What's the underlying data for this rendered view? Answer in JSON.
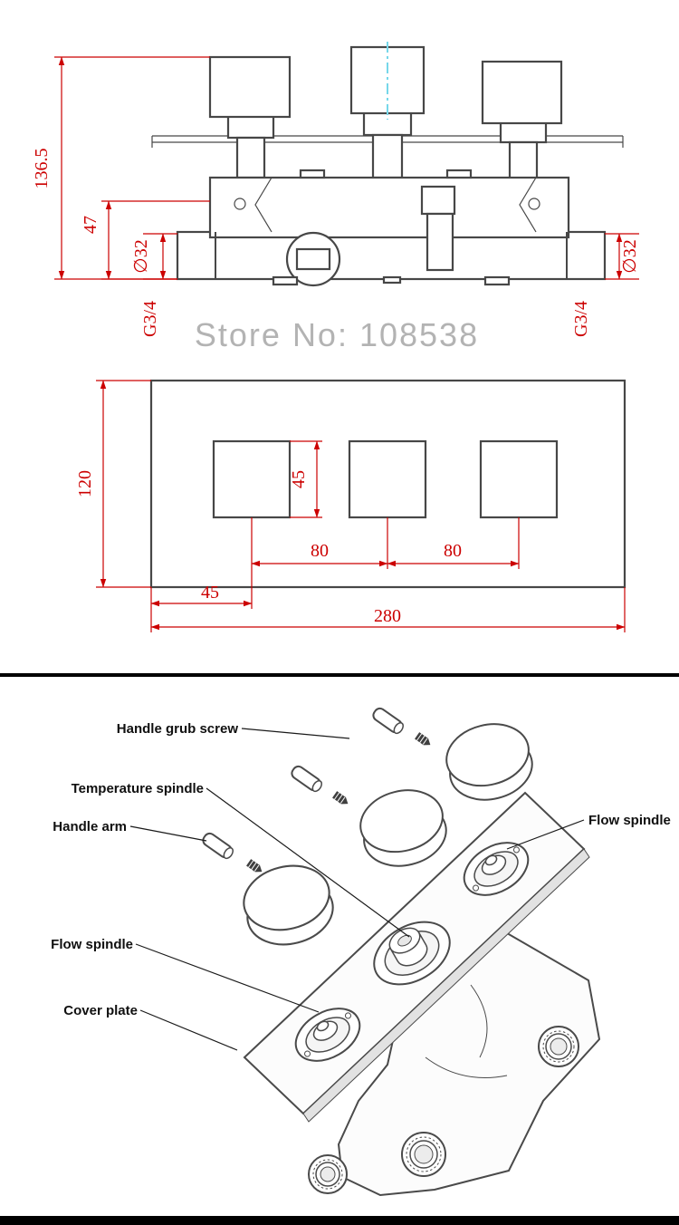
{
  "watermark": "Store No: 108538",
  "top_view": {
    "height_overall": "136.5",
    "height_stem": "47",
    "pipe_dia_left": "∅32",
    "pipe_dia_right": "∅32",
    "thread_left": "G3/4",
    "thread_right": "G3/4"
  },
  "plate_view": {
    "height": "120",
    "square": "45",
    "offset_left": "45",
    "pitch_left": "80",
    "pitch_right": "80",
    "width": "280"
  },
  "exploded": {
    "grub_screw": "Handle grub screw",
    "temp_spindle": "Temperature spindle",
    "handle_arm": "Handle arm",
    "flow_spindle_right": "Flow spindle",
    "flow_spindle_left": "Flow spindle",
    "cover_plate": "Cover plate"
  },
  "colors": {
    "dimension": "#cc0000",
    "drawing_line": "#474747",
    "watermark": "#ababab",
    "centerline": "#76d7ea",
    "divider": "#000000"
  }
}
